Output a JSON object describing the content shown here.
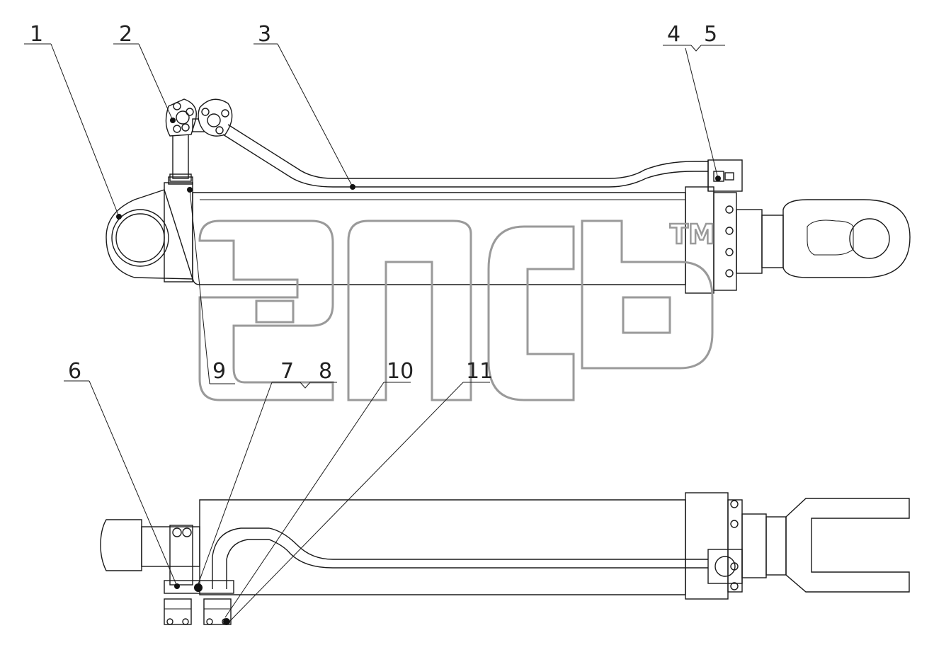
{
  "diagram": {
    "callouts": [
      {
        "id": "c1",
        "label": "1"
      },
      {
        "id": "c2",
        "label": "2"
      },
      {
        "id": "c3",
        "label": "3"
      },
      {
        "id": "c4",
        "label": "4"
      },
      {
        "id": "c5",
        "label": "5"
      },
      {
        "id": "c6",
        "label": "6"
      },
      {
        "id": "c7",
        "label": "7"
      },
      {
        "id": "c8",
        "label": "8"
      },
      {
        "id": "c9",
        "label": "9"
      },
      {
        "id": "c10",
        "label": "10"
      },
      {
        "id": "c11",
        "label": "11"
      }
    ],
    "watermark": {
      "trademark": "TM"
    },
    "line_color": "#1a1a1a",
    "watermark_color": "#9a9a9a"
  }
}
